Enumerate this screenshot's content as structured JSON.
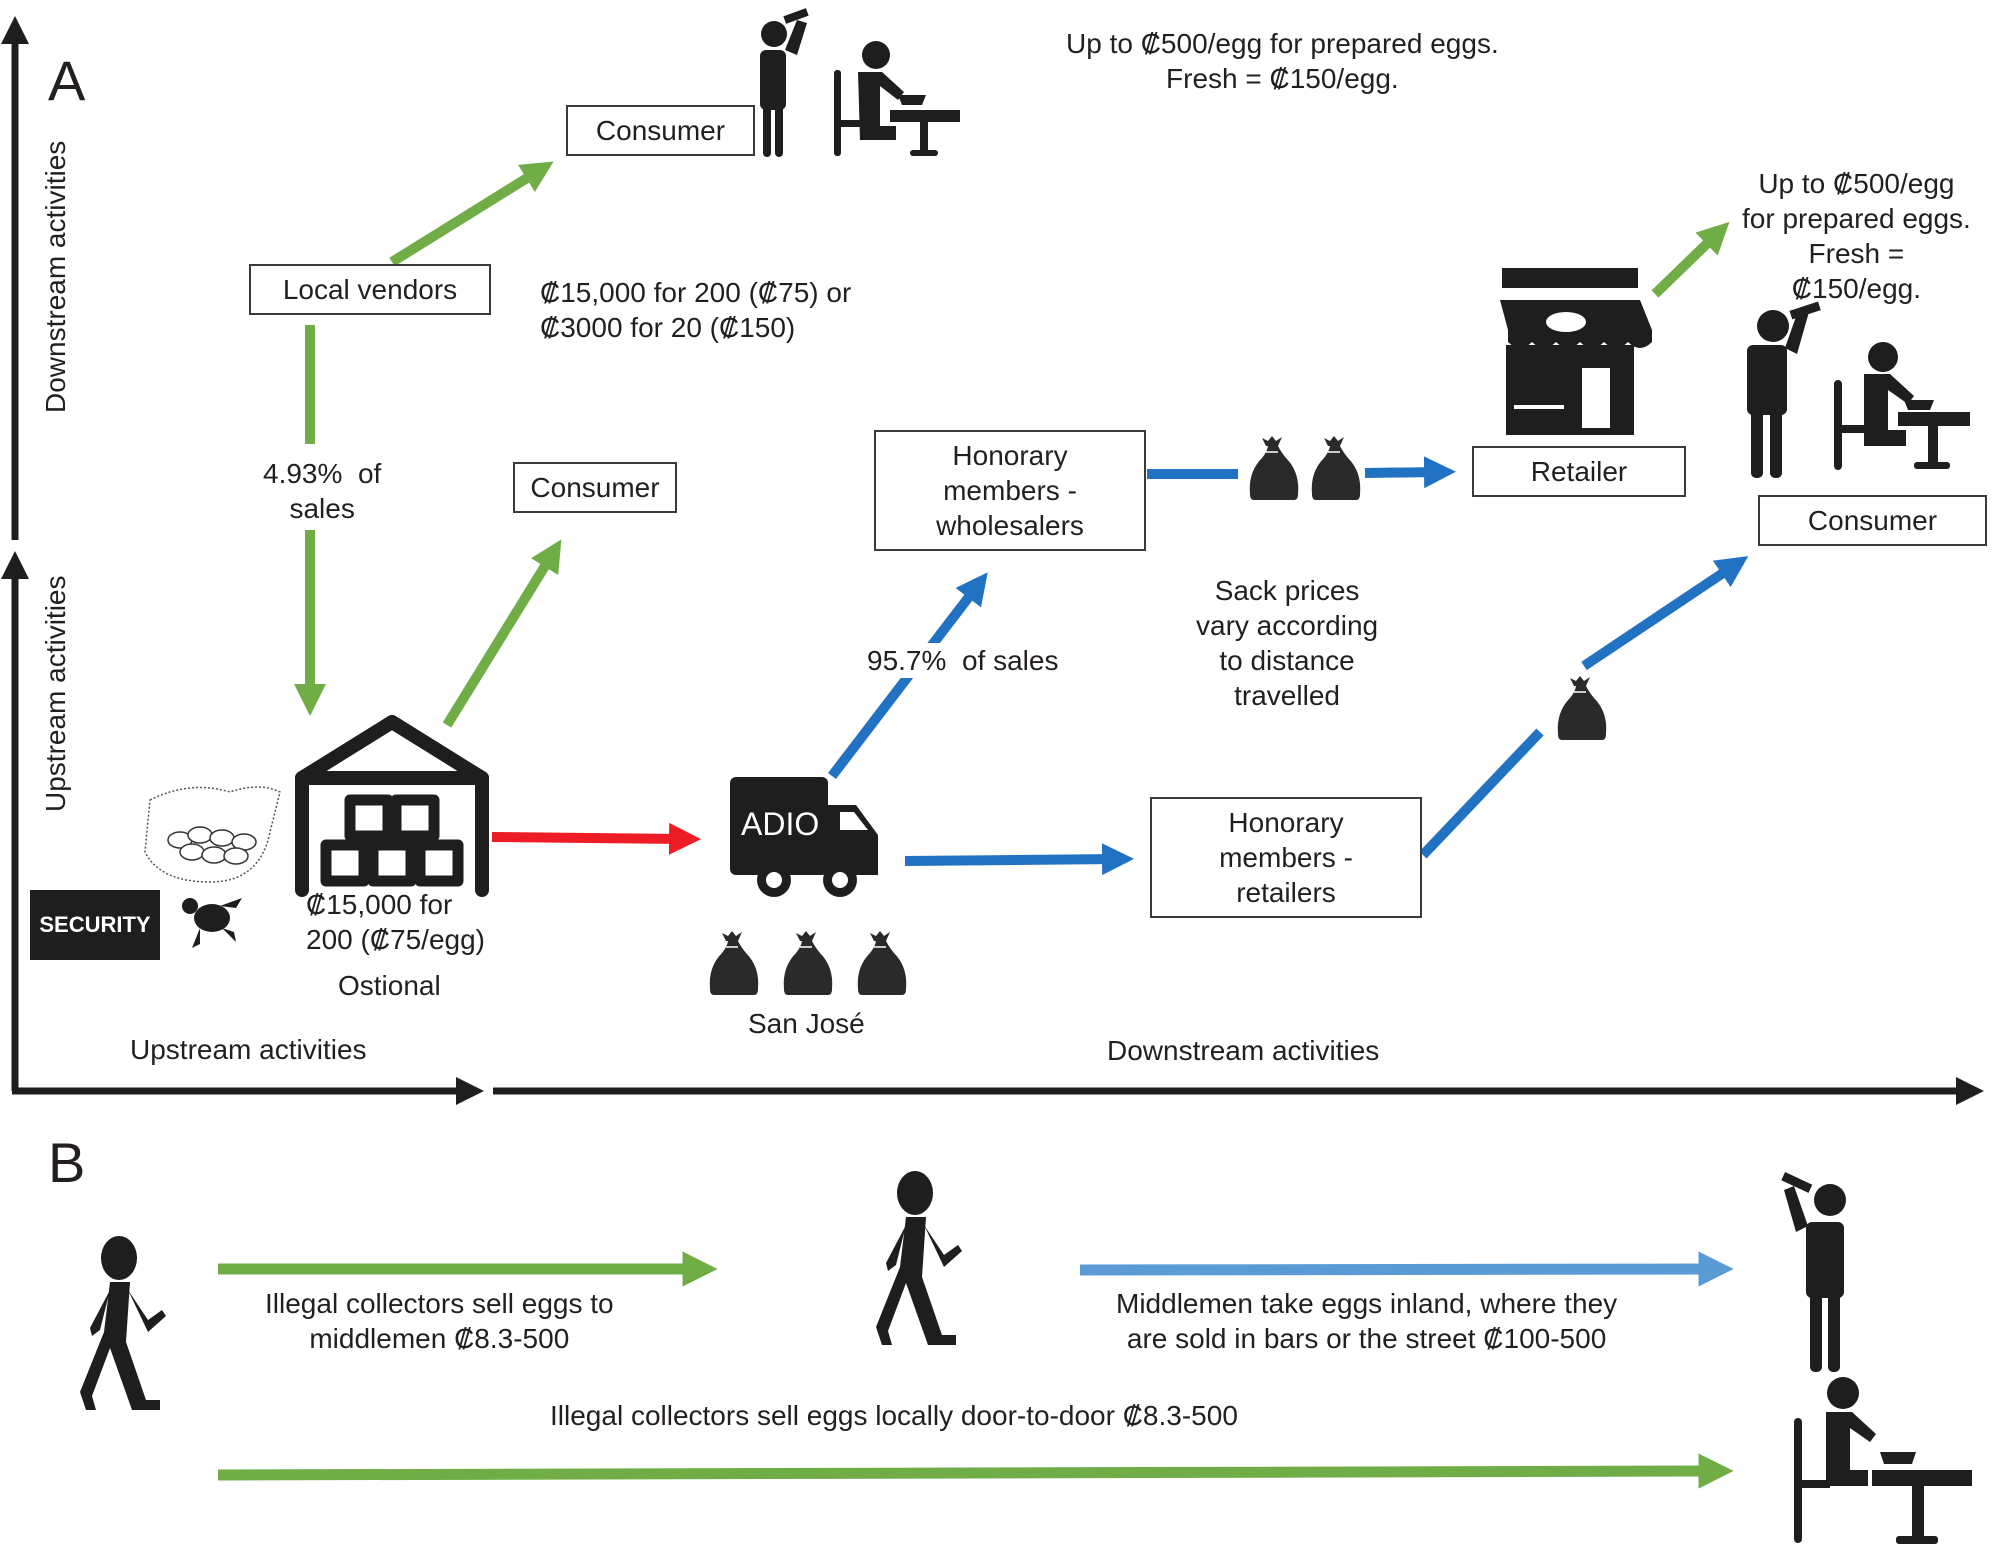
{
  "panels": {
    "a": "A",
    "b": "B"
  },
  "axes": {
    "vertical_top": "Downstream activities",
    "vertical_bottom": "Upstream activities",
    "horizontal_left": "Upstream activities",
    "horizontal_right": "Downstream activities"
  },
  "panel_a": {
    "boxes": {
      "consumer_top": "Consumer",
      "local_vendors": "Local vendors",
      "consumer_mid": "Consumer",
      "wholesalers": "Honorary\nmembers -\nwholesalers",
      "retailer": "Retailer",
      "consumer_right": "Consumer",
      "honorary_retailers": "Honorary\nmembers -\nretailers"
    },
    "labels": {
      "top_price": "Up to ₡500/egg for prepared eggs.\nFresh = ₡150/egg.",
      "vendor_price": "₡15,000 for 200 (₡75) or\n₡3000 for 20 (₡150)",
      "local_share": "4.93%  of\nsales",
      "wholesale_share": "95.7%  of sales",
      "sack_prices": "Sack prices\nvary according\nto distance\ntravelled",
      "right_price": "Up to ₡500/egg\nfor prepared eggs.\nFresh =\n₡150/egg.",
      "ostional_price": "₡15,000 for\n200 (₡75/egg)",
      "ostional": "Ostional",
      "san_jose": "San José",
      "security": "SECURITY",
      "truck": "ADIO"
    }
  },
  "panel_b": {
    "collectors_to_middlemen": "Illegal collectors sell eggs to\nmiddlemen ₡8.3-500",
    "middlemen_inland": "Middlemen take eggs inland, where they\nare sold in bars or the street ₡100-500",
    "door_to_door": "Illegal collectors sell eggs locally door-to-door ₡8.3-500"
  },
  "colors": {
    "green": "#70ad47",
    "blue": "#2272c3",
    "light_blue": "#5b9bd5",
    "red": "#ee1c24",
    "black": "#1e1e1e"
  }
}
